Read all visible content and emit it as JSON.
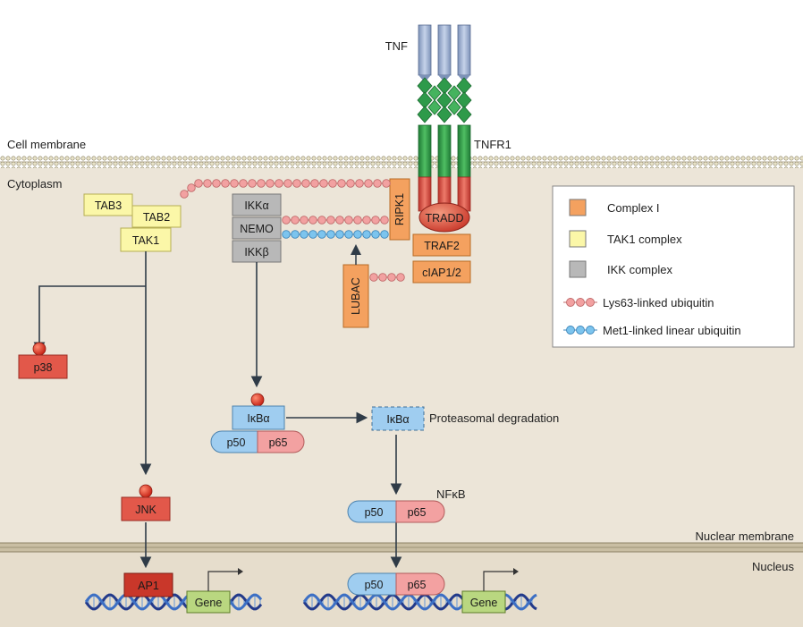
{
  "regions": {
    "cell_membrane": "Cell membrane",
    "cytoplasm": "Cytoplasm",
    "nuclear_membrane": "Nuclear membrane",
    "nucleus": "Nucleus"
  },
  "receptor": {
    "ligand": "TNF",
    "receptor": "TNFR1"
  },
  "complex_i": {
    "ripk1": "RIPK1",
    "tradd": "TRADD",
    "traf2": "TRAF2",
    "ciap": "cIAP1/2",
    "lubac": "LUBAC"
  },
  "tak1_complex": {
    "tab3": "TAB3",
    "tab2": "TAB2",
    "tak1": "TAK1"
  },
  "ikk_complex": {
    "ikka": "IKKα",
    "nemo": "NEMO",
    "ikkb": "IKKβ"
  },
  "nodes": {
    "p38": "p38",
    "jnk": "JNK",
    "ap1": "AP1",
    "gene": "Gene",
    "ikba": "IκBα",
    "p50": "p50",
    "p65": "p65",
    "nfkb": "NFκB",
    "proteasomal": "Proteasomal degradation"
  },
  "legend": {
    "items": [
      {
        "label": "Complex I",
        "kind": "box",
        "color": "#f4a15f"
      },
      {
        "label": "TAK1 complex",
        "kind": "box",
        "color": "#fbf7a8"
      },
      {
        "label": "IKK complex",
        "kind": "box",
        "color": "#b8b8b8"
      },
      {
        "label": "Lys63-linked ubiquitin",
        "kind": "chain",
        "color": "#f2a1a1"
      },
      {
        "label": "Met1-linked linear ubiquitin",
        "kind": "chain",
        "color": "#7cc4ee"
      }
    ]
  },
  "colors": {
    "orange": "#f4a15f",
    "red": "#e2584a",
    "yellow": "#fbf7a8",
    "grey": "#b8b8b8",
    "green": "#2e9a4a",
    "blue_light": "#9fcdf0",
    "pink": "#f3a1a1",
    "cytoplasm": "#ece5d8",
    "nucleus": "#e6ddcc"
  }
}
